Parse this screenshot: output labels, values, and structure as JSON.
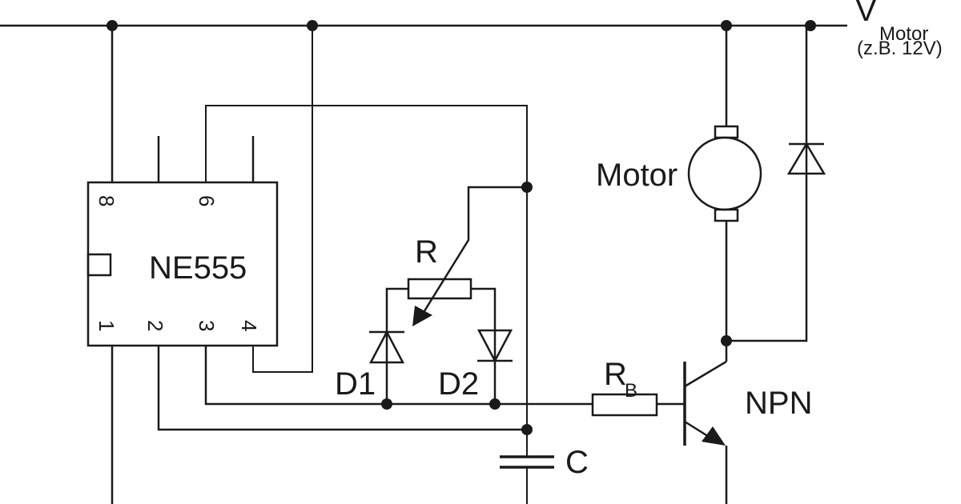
{
  "supply": {
    "symbol": "V",
    "subscript": "Motor",
    "note": "(z.B. 12V)"
  },
  "ic": {
    "name": "NE555",
    "pins": {
      "p8": "8",
      "p6": "6",
      "p1": "1",
      "p2": "2",
      "p3": "3",
      "p4": "4"
    }
  },
  "components": {
    "motor": "Motor",
    "resistor": "R",
    "diode1": "D1",
    "diode2": "D2",
    "base_resistor": "R",
    "base_resistor_sub": "B",
    "capacitor": "C",
    "transistor": "NPN"
  },
  "colors": {
    "ink": "#1a1a1a",
    "background": "#ffffff"
  }
}
